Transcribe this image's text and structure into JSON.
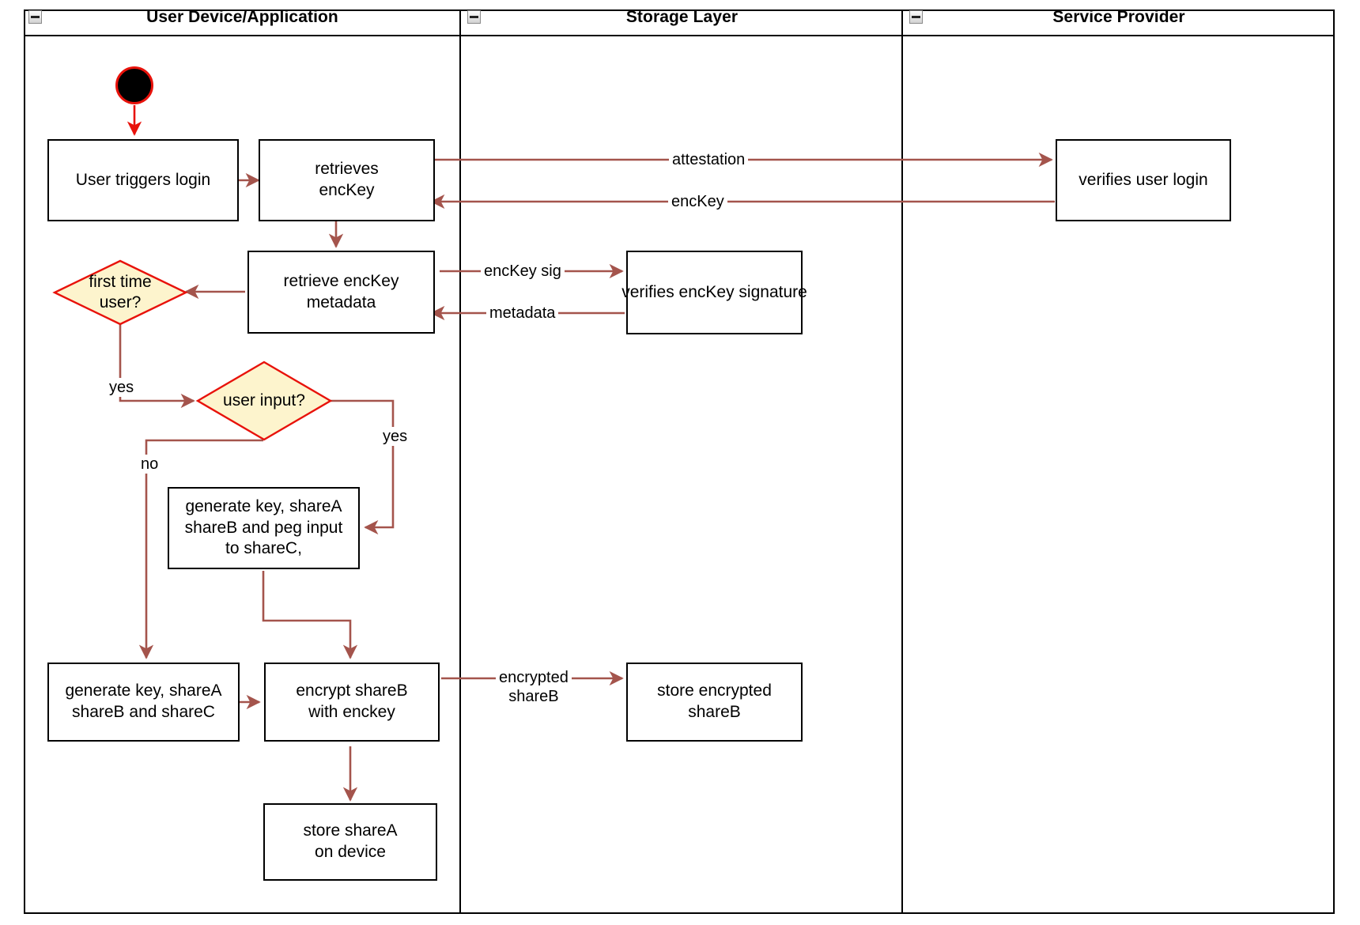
{
  "diagram": {
    "type": "uml-activity-swimlane",
    "accent_edge_color": "#a4544c",
    "decision_fill": "#fdf4cd",
    "decision_stroke": "#e8120b",
    "node_stroke": "#000000",
    "start_node_fill": "#000000",
    "start_node_ring": "#e8120b"
  },
  "lanes": [
    {
      "id": "user-device",
      "title": "User Device/Application",
      "collapse_icon": "minus-box-icon"
    },
    {
      "id": "storage-layer",
      "title": "Storage Layer",
      "collapse_icon": "minus-box-icon"
    },
    {
      "id": "service-provider",
      "title": "Service Provider",
      "collapse_icon": "minus-box-icon"
    }
  ],
  "nodes": {
    "start": {
      "kind": "initial-node",
      "label": ""
    },
    "user_triggers_login": {
      "kind": "action",
      "label": "User triggers login",
      "lane": "user-device"
    },
    "retrieves_enckey": {
      "kind": "action",
      "line1": "retrieves",
      "line2": "encKey",
      "lane": "user-device"
    },
    "verifies_user_login": {
      "kind": "action",
      "label": "verifies user login",
      "lane": "service-provider"
    },
    "retrieve_enckey_metadata": {
      "kind": "action",
      "line1": "retrieve encKey",
      "line2": "metadata",
      "lane": "user-device"
    },
    "verifies_enckey_signature": {
      "kind": "action",
      "label": "verifies encKey signature",
      "lane": "storage-layer"
    },
    "first_time_user": {
      "kind": "decision",
      "line1": "first time",
      "line2": "user?",
      "lane": "user-device"
    },
    "user_input": {
      "kind": "decision",
      "label": "user input?",
      "lane": "user-device"
    },
    "generate_peg": {
      "kind": "action",
      "line1": "generate key, shareA",
      "line2": "shareB and peg input",
      "line3": "to shareC,",
      "lane": "user-device"
    },
    "generate_shares": {
      "kind": "action",
      "line1": "generate key, shareA",
      "line2": "shareB and shareC",
      "lane": "user-device"
    },
    "encrypt_shareb": {
      "kind": "action",
      "line1": "encrypt shareB",
      "line2": "with enckey",
      "lane": "user-device"
    },
    "store_encrypted_shareb": {
      "kind": "action",
      "line1": "store encrypted",
      "line2": "shareB",
      "lane": "storage-layer"
    },
    "store_sharea": {
      "kind": "action",
      "line1": "store shareA",
      "line2": "on device",
      "lane": "user-device"
    }
  },
  "edge_labels": {
    "attestation": "attestation",
    "enckey": "encKey",
    "enckey_sig": "encKey sig",
    "metadata": "metadata",
    "first_time_yes": "yes",
    "user_input_yes": "yes",
    "user_input_no": "no",
    "encrypted_shareb_l1": "encrypted",
    "encrypted_shareb_l2": "shareB"
  }
}
